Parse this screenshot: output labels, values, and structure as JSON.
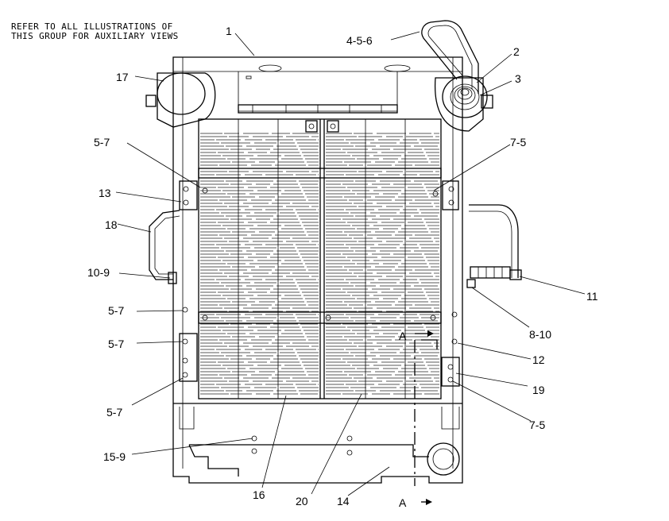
{
  "note": {
    "line1": "REFER TO ALL ILLUSTRATIONS OF",
    "line2": "THIS GROUP FOR AUXILIARY VIEWS"
  },
  "callouts": {
    "c1": "1",
    "c456": "4-5-6",
    "c2": "2",
    "c3": "3",
    "c17": "17",
    "c57_top": "5-7",
    "c75_top": "7-5",
    "c13": "13",
    "c18": "18",
    "c109": "10-9",
    "c11": "11",
    "c57_mid": "5-7",
    "c810": "8-10",
    "c57_low": "5-7",
    "c12": "12",
    "c19": "19",
    "c57_bot": "5-7",
    "c75_bot": "7-5",
    "c159": "15-9",
    "c16": "16",
    "c20": "20",
    "c14": "14"
  },
  "section_marks": {
    "top": "A",
    "bottom": "A"
  }
}
